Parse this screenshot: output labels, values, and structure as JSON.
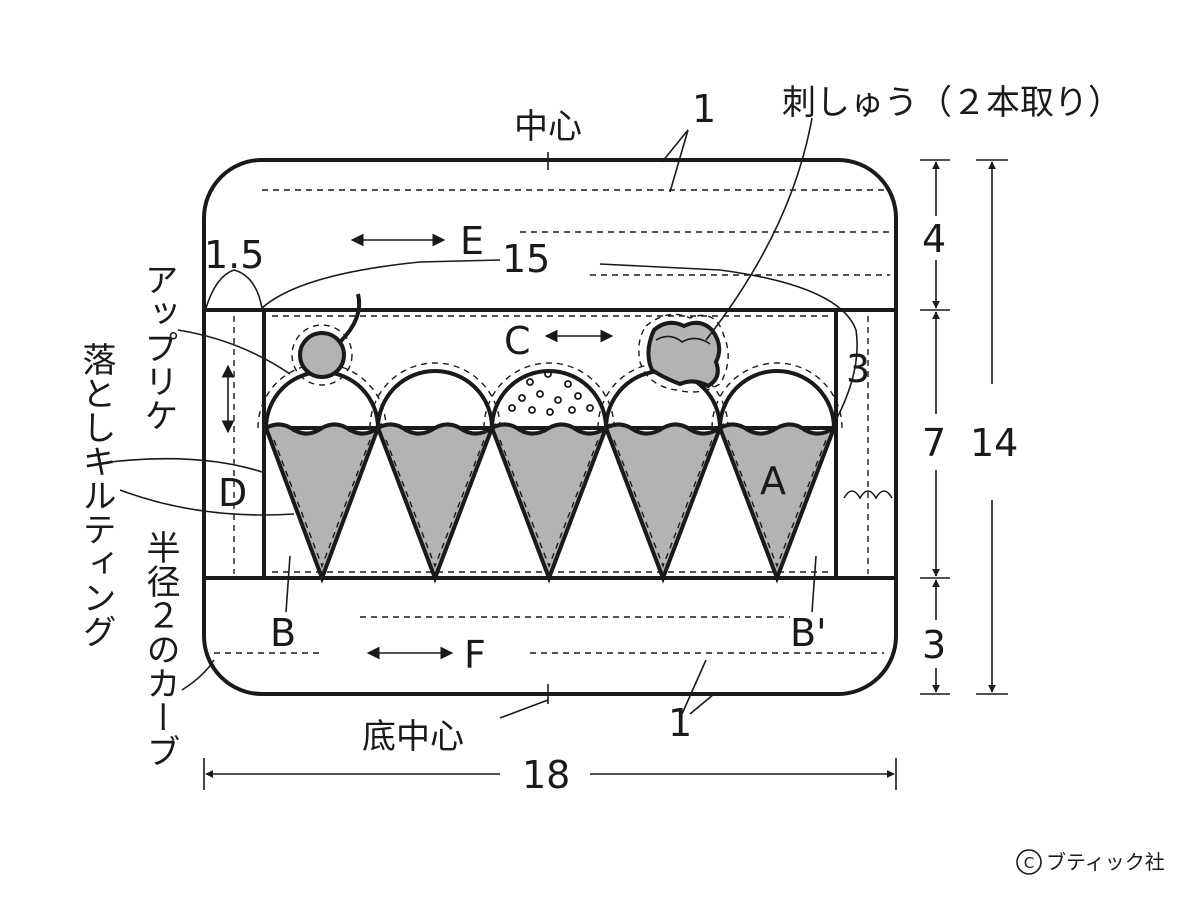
{
  "labels": {
    "center": "中心",
    "bottom_center": "底中心",
    "embroidery": "刺しゅう（２本取り）",
    "applique": "アップリケ",
    "drop_quilting": "落としキルティング",
    "curve": "半径２のカーブ",
    "copyright": "ブティック社"
  },
  "dimensions": {
    "seam_top": "1",
    "seam_bottom": "1",
    "side_width": "1.5",
    "inner_width": "15",
    "side_gap": "3",
    "top_height": "4",
    "middle_height": "7",
    "bottom_height": "3",
    "total_height": "14",
    "total_width": "18"
  },
  "parts": {
    "A": "A",
    "B": "B",
    "B_prime": "B'",
    "C": "C",
    "D": "D",
    "E": "E",
    "F": "F"
  },
  "colors": {
    "line": "#1a1a1a",
    "fill": "#b3b3b3",
    "background": "#ffffff"
  }
}
